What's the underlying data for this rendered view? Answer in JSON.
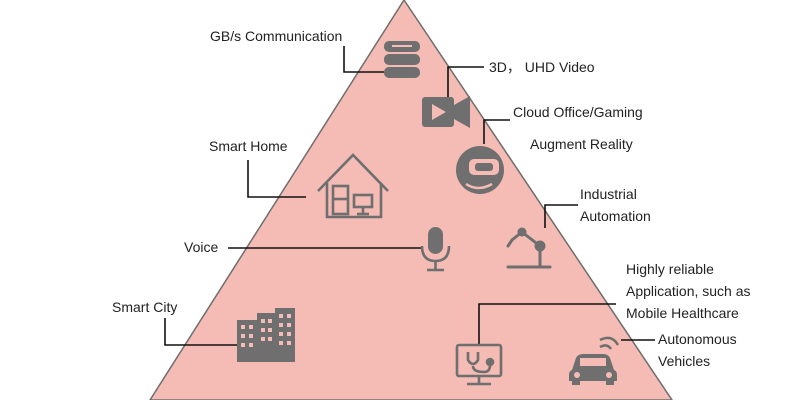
{
  "colors": {
    "pyramid_fill": "#f4bcb4",
    "pyramid_stroke": "#6e6e6e",
    "icon": "#6f6f6f",
    "leader": "#111111",
    "text": "#222222"
  },
  "labels": {
    "gbs": "GB/s Communication",
    "video": "3D， UHD Video",
    "cloud": "Cloud Office/Gaming",
    "ar": "Augment Reality",
    "smart_home": "Smart Home",
    "industrial_1": "Industrial",
    "industrial_2": "Automation",
    "voice": "Voice",
    "health_1": "Highly reliable",
    "health_2": "Application, such as",
    "health_3": "Mobile Healthcare",
    "smart_city": "Smart City",
    "auto_1": "Autonomous",
    "auto_2": "Vehicles"
  },
  "icons": [
    "database-icon",
    "video-camera-icon",
    "vr-headset-icon",
    "smart-home-icon",
    "robot-arm-icon",
    "microphone-icon",
    "city-buildings-icon",
    "monitor-stethoscope-icon",
    "connected-car-icon"
  ]
}
